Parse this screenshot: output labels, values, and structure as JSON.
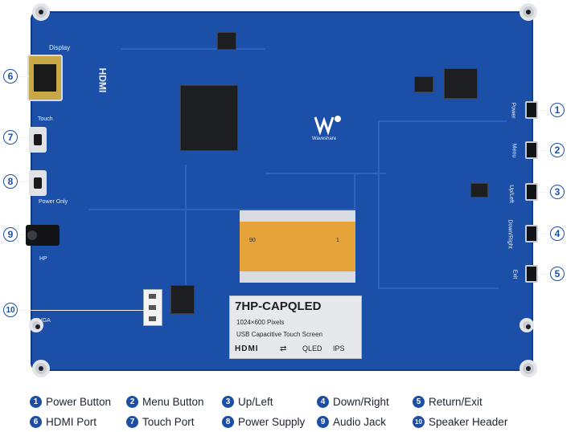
{
  "board": {
    "model": "7HP-CAPQLED",
    "spec_resolution": "1024×600 Pixels",
    "spec_touch": "USB Capacitive Touch Screen",
    "brand": "Waveshare",
    "hdmi_logo": "HDMI",
    "qled_text": "QLED",
    "ips_text": "IPS",
    "silk": {
      "display": "Display",
      "touch": "Touch",
      "power_only": "Power Only",
      "hp": "HP",
      "vga": "VGA",
      "hdmi_vertical": "HDMI",
      "power": "Power",
      "menu": "Menu",
      "up_left": "Up/Left",
      "down_right": "Down/Right",
      "exit": "Exit",
      "fpc_left": "90",
      "fpc_right": "1"
    }
  },
  "callouts": [
    {
      "n": "1",
      "label": "Power Button"
    },
    {
      "n": "2",
      "label": "Menu Button"
    },
    {
      "n": "3",
      "label": "Up/Left"
    },
    {
      "n": "4",
      "label": "Down/Right"
    },
    {
      "n": "5",
      "label": "Return/Exit"
    },
    {
      "n": "6",
      "label": "HDMI Port"
    },
    {
      "n": "7",
      "label": "Touch Port"
    },
    {
      "n": "8",
      "label": "Power Supply"
    },
    {
      "n": "9",
      "label": "Audio Jack"
    },
    {
      "n": "10",
      "label": "Speaker Header"
    }
  ],
  "colors": {
    "board": "#1b4fa8",
    "accent": "#1c4fa3",
    "fpc": "#e6a33a"
  }
}
